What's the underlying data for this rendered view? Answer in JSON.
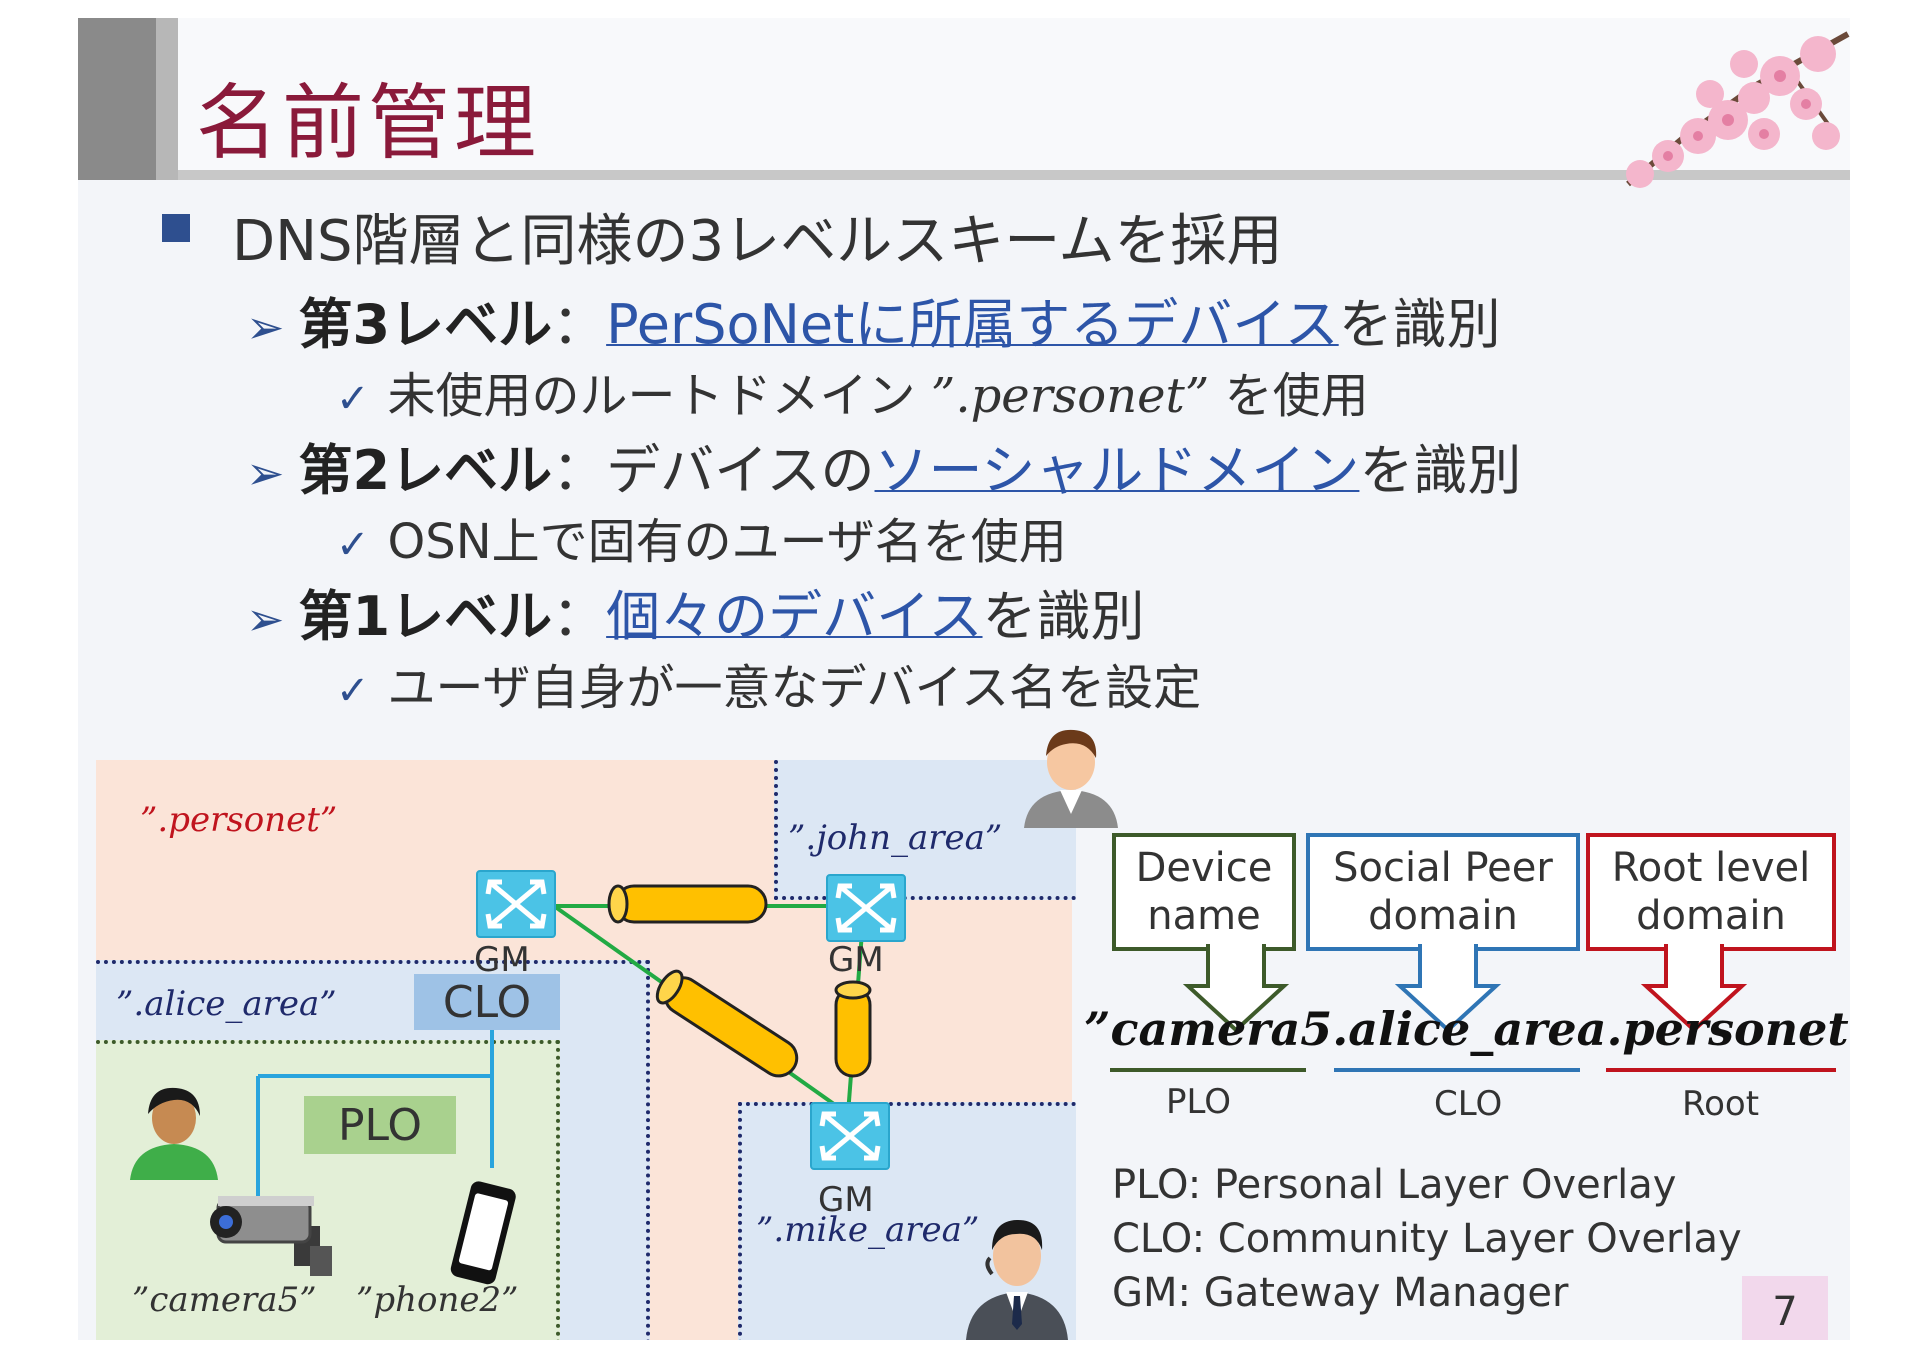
{
  "slide": {
    "title": "名前管理",
    "bullet_main": "DNS階層と同様の3レベルスキームを採用",
    "level3": {
      "head": "第3レベル",
      "colon": "：",
      "link": "PerSoNetに所属するデバイス",
      "tail": "を識別",
      "sub_pre": "未使用のルートドメイン ",
      "sub_code": "”.personet”",
      "sub_post": " を使用"
    },
    "level2": {
      "head": "第2レベル",
      "colon": "：",
      "pre": "デバイスの",
      "link": "ソーシャルドメイン",
      "tail": "を識別",
      "sub": "OSN上で固有のユーザ名を使用"
    },
    "level1": {
      "head": "第1レベル",
      "colon": "：",
      "link": "個々のデバイス",
      "tail": "を識別",
      "sub": "ユーザ自身が一意なデバイス名を設定"
    },
    "check_glyph": "✓",
    "arrow_glyph": "➢",
    "page_number": "7"
  },
  "diagram": {
    "domains": {
      "personet": "”.personet”",
      "john": "”.john_area”",
      "alice": "”.alice_area”",
      "mike": "”.mike_area”"
    },
    "gm_label": "GM",
    "clo_tag": "CLO",
    "plo_tag": "PLO",
    "device_camera": "”camera5”",
    "device_phone": "”phone2”",
    "icons": [
      "router-icon",
      "person-icon",
      "camera-icon",
      "smartphone-icon",
      "tunnel-icon"
    ]
  },
  "legend": {
    "device_name": "Device name",
    "social_peer": "Social Peer domain",
    "root_level": "Root level domain",
    "fqdn_open": "”",
    "fqdn_device": "camera5",
    "fqdn_dot1": ".",
    "fqdn_social": "alice_area",
    "fqdn_dot2": ".",
    "fqdn_root": "personet",
    "fqdn_close": "”",
    "abbr_device": "PLO",
    "abbr_social": "CLO",
    "abbr_root": "Root",
    "defs": [
      "PLO: Personal Layer Overlay",
      "CLO: Community Layer Overlay",
      "GM: Gateway Manager"
    ],
    "colors": {
      "device": "#3d5a2a",
      "social": "#2f75b5",
      "root": "#c0141e"
    }
  }
}
